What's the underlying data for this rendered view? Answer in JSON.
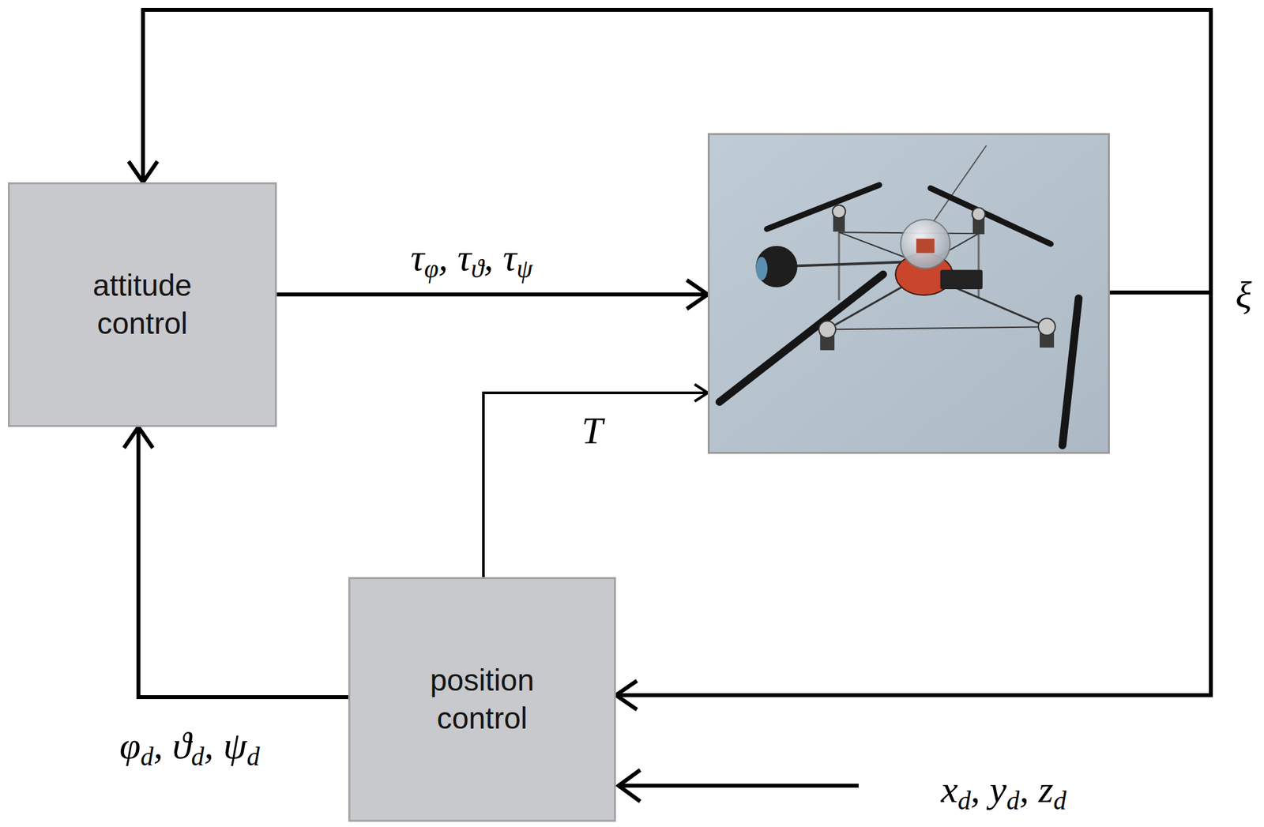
{
  "diagram": {
    "nodes": [
      {
        "text": [
          "attitude control"
        ]
      },
      {
        "text": []
      },
      {
        "text": [
          "position control"
        ]
      }
    ],
    "edges": [
      {
        "from": 0,
        "to": 1,
        "label": "τφ, τϑ, τψ",
        "arrow": "to"
      },
      {
        "from": 2,
        "to": 1,
        "label": "T",
        "arrow": "to"
      },
      {
        "from": 2,
        "to": 0,
        "label": "φd, ϑd, ψd",
        "arrow": "to"
      },
      {
        "from": 1,
        "to": 0,
        "arrow": "to"
      },
      {
        "from": 1,
        "to": 2,
        "arrow": "to"
      }
    ],
    "labels": [
      "ξ",
      "xd, yd, zd"
    ]
  }
}
